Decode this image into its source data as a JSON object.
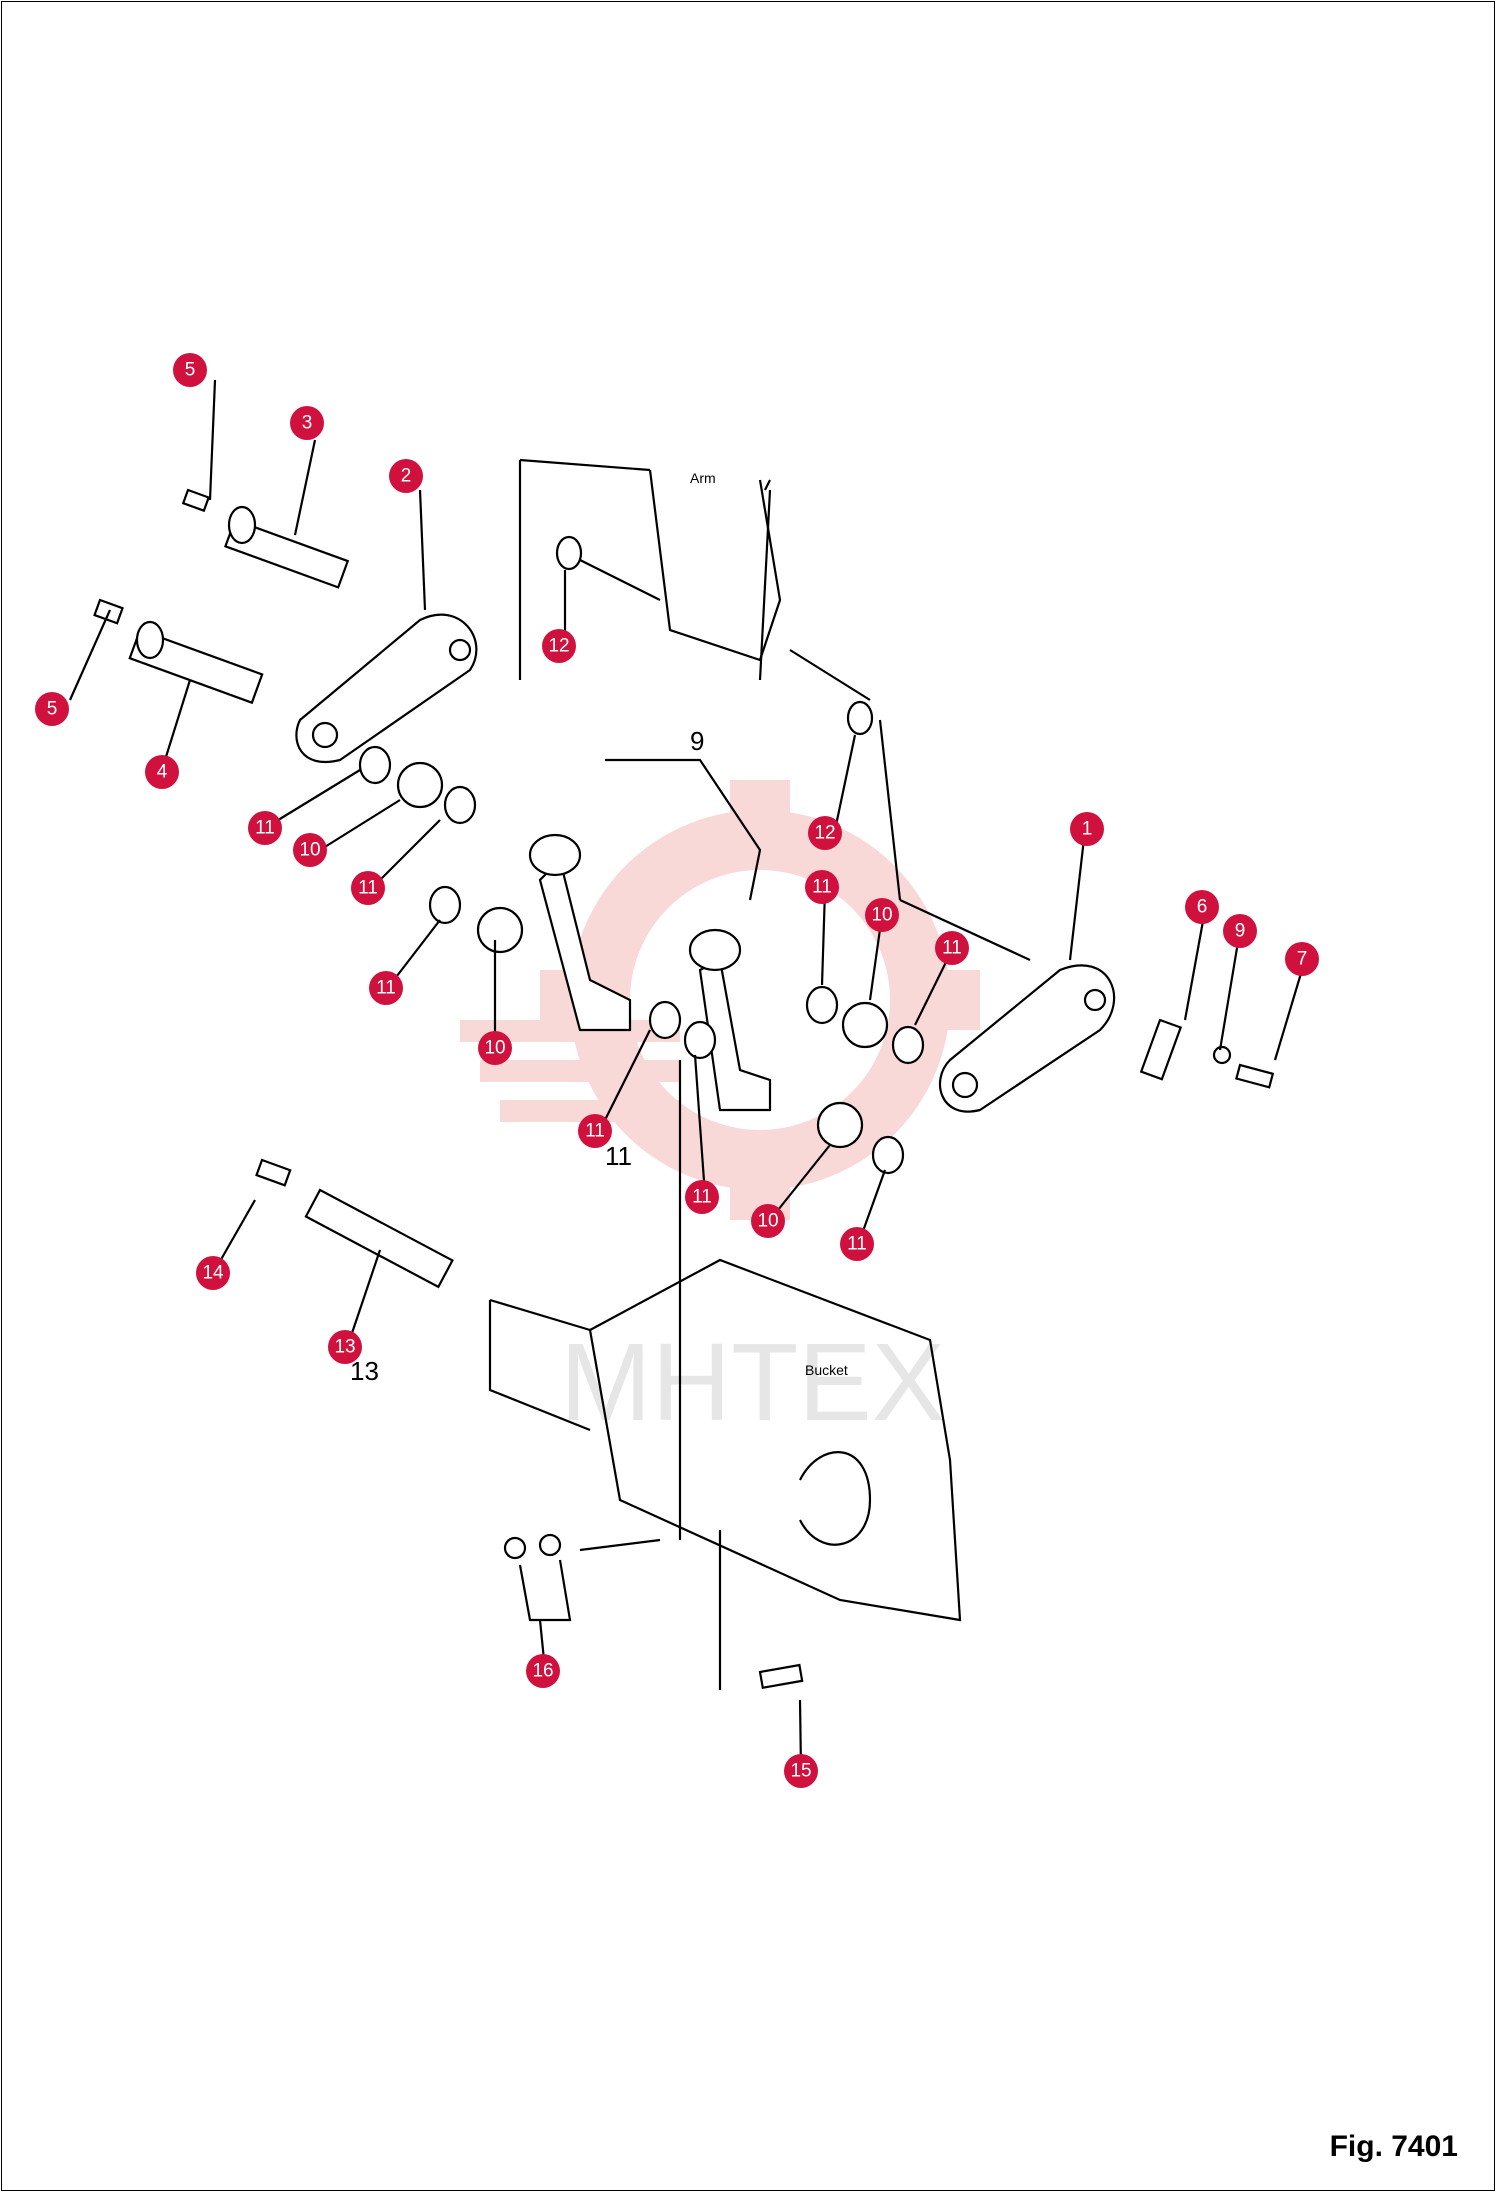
{
  "figure": {
    "caption": "Fig. 7401"
  },
  "labels": {
    "arm": "Arm",
    "bucket": "Bucket"
  },
  "watermark": {
    "text": "MHTEX",
    "color": "#f3b8b8"
  },
  "callout_color": "#d0113d",
  "callouts": [
    {
      "id": "c5a",
      "number": "5"
    },
    {
      "id": "c3",
      "number": "3"
    },
    {
      "id": "c2",
      "number": "2"
    },
    {
      "id": "c5b",
      "number": "5"
    },
    {
      "id": "c4",
      "number": "4"
    },
    {
      "id": "c12a",
      "number": "12"
    },
    {
      "id": "c11a",
      "number": "11"
    },
    {
      "id": "c10a",
      "number": "10"
    },
    {
      "id": "c11b",
      "number": "11"
    },
    {
      "id": "c12b",
      "number": "12"
    },
    {
      "id": "c1",
      "number": "1"
    },
    {
      "id": "c6",
      "number": "6"
    },
    {
      "id": "c9",
      "number": "9"
    },
    {
      "id": "c7",
      "number": "7"
    },
    {
      "id": "c11c",
      "number": "11"
    },
    {
      "id": "c10b",
      "number": "10"
    },
    {
      "id": "c11d",
      "number": "11"
    },
    {
      "id": "c11e",
      "number": "11"
    },
    {
      "id": "c10c",
      "number": "10"
    },
    {
      "id": "c11f",
      "number": "11"
    },
    {
      "id": "c11g",
      "number": "11"
    },
    {
      "id": "c10d",
      "number": "10"
    },
    {
      "id": "c11h",
      "number": "11"
    },
    {
      "id": "c14",
      "number": "14"
    },
    {
      "id": "c13",
      "number": "13"
    },
    {
      "id": "c16",
      "number": "16"
    },
    {
      "id": "c15",
      "number": "15"
    }
  ],
  "diagram_numbers": {
    "n9": "9",
    "n13": "13",
    "n11": "11"
  }
}
